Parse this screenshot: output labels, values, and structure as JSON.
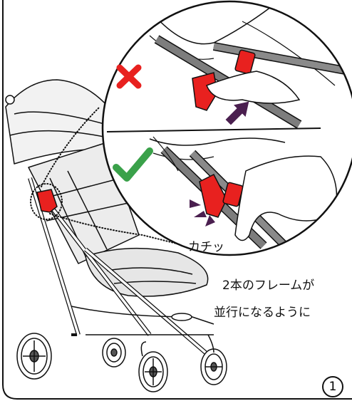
{
  "caption": {
    "sound_label": "カチッ",
    "instruction_line1": "2本のフレームが",
    "instruction_line2": "並行になるように",
    "step_number": "1"
  },
  "marks": {
    "wrong_icon": "cross-icon",
    "correct_icon": "check-icon"
  },
  "colors": {
    "latch_red": "#e8211f",
    "wrong_red": "#e8211f",
    "correct_green": "#3aa14a",
    "arrow_purple": "#4a1f4f",
    "frame_gray": "#7d7d7d",
    "frame_dark": "#5a5a5a",
    "line": "#111111"
  }
}
